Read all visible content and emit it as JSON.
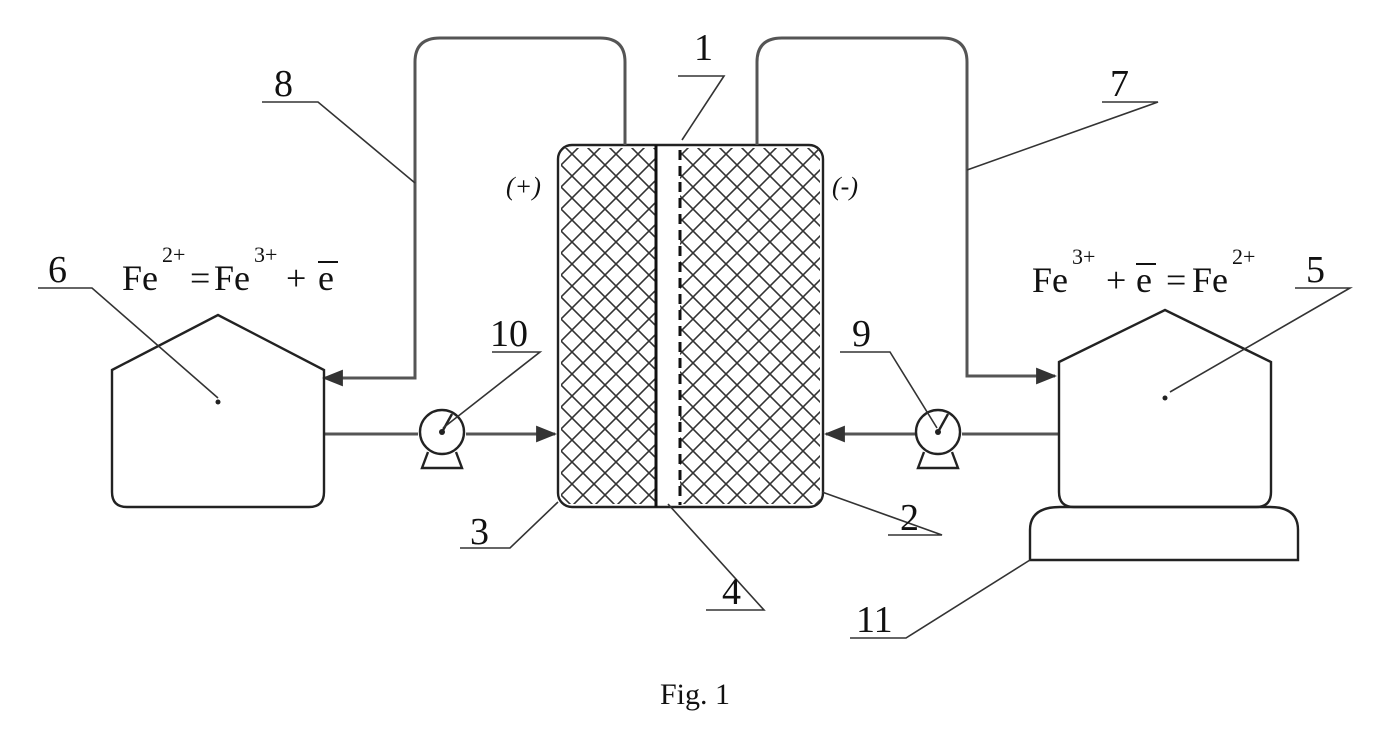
{
  "labels": {
    "cell": "1",
    "negative_electrode": "2",
    "positive_electrode": "3",
    "membrane": "4",
    "tank_negative": "5",
    "tank_positive": "6",
    "pipe_negative_return": "7",
    "pipe_positive_return": "8",
    "pump_negative": "9",
    "pump_positive": "10",
    "heater_base": "11"
  },
  "polarity": {
    "positive": "(+)",
    "negative": "(-)"
  },
  "equations": {
    "left": {
      "base1": "Fe",
      "sup1": "2+",
      "eq": "=",
      "base2": "Fe",
      "sup2": "3+",
      "plus": "+",
      "electron": "e"
    },
    "right": {
      "base1": "Fe",
      "sup1": "3+",
      "plus": "+",
      "electron": "e",
      "eq": "=",
      "base2": "Fe",
      "sup2": "2+"
    }
  },
  "caption": "Fig. 1"
}
